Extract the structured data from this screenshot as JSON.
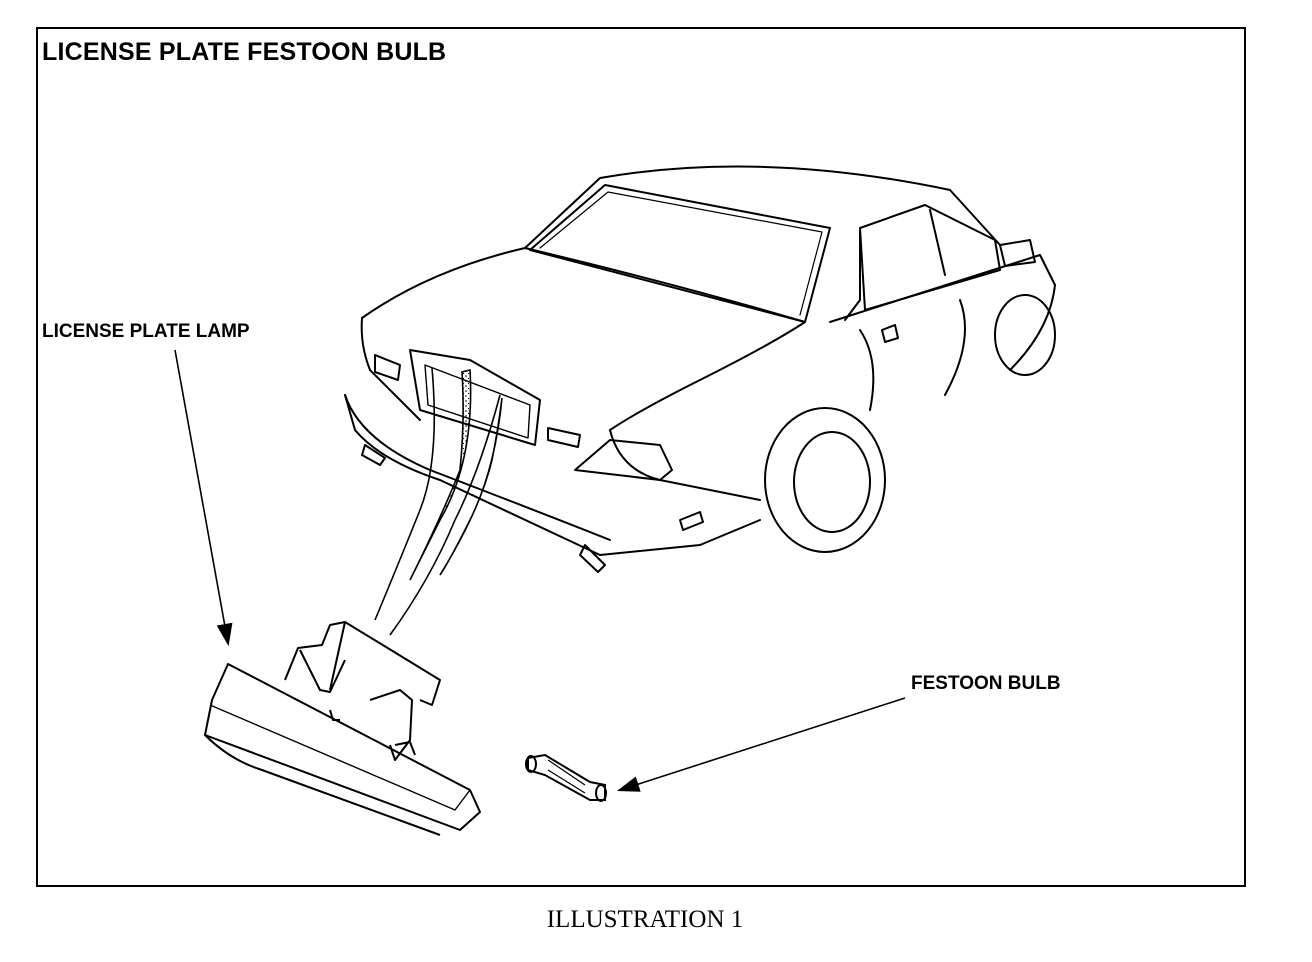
{
  "title": "LICENSE PLATE FESTOON BULB",
  "labels": {
    "license_plate_lamp": "LICENSE PLATE LAMP",
    "festoon_bulb": "FESTOON BULB"
  },
  "caption": "ILLUSTRATION 1",
  "colors": {
    "line": "#000000",
    "background": "#ffffff"
  }
}
